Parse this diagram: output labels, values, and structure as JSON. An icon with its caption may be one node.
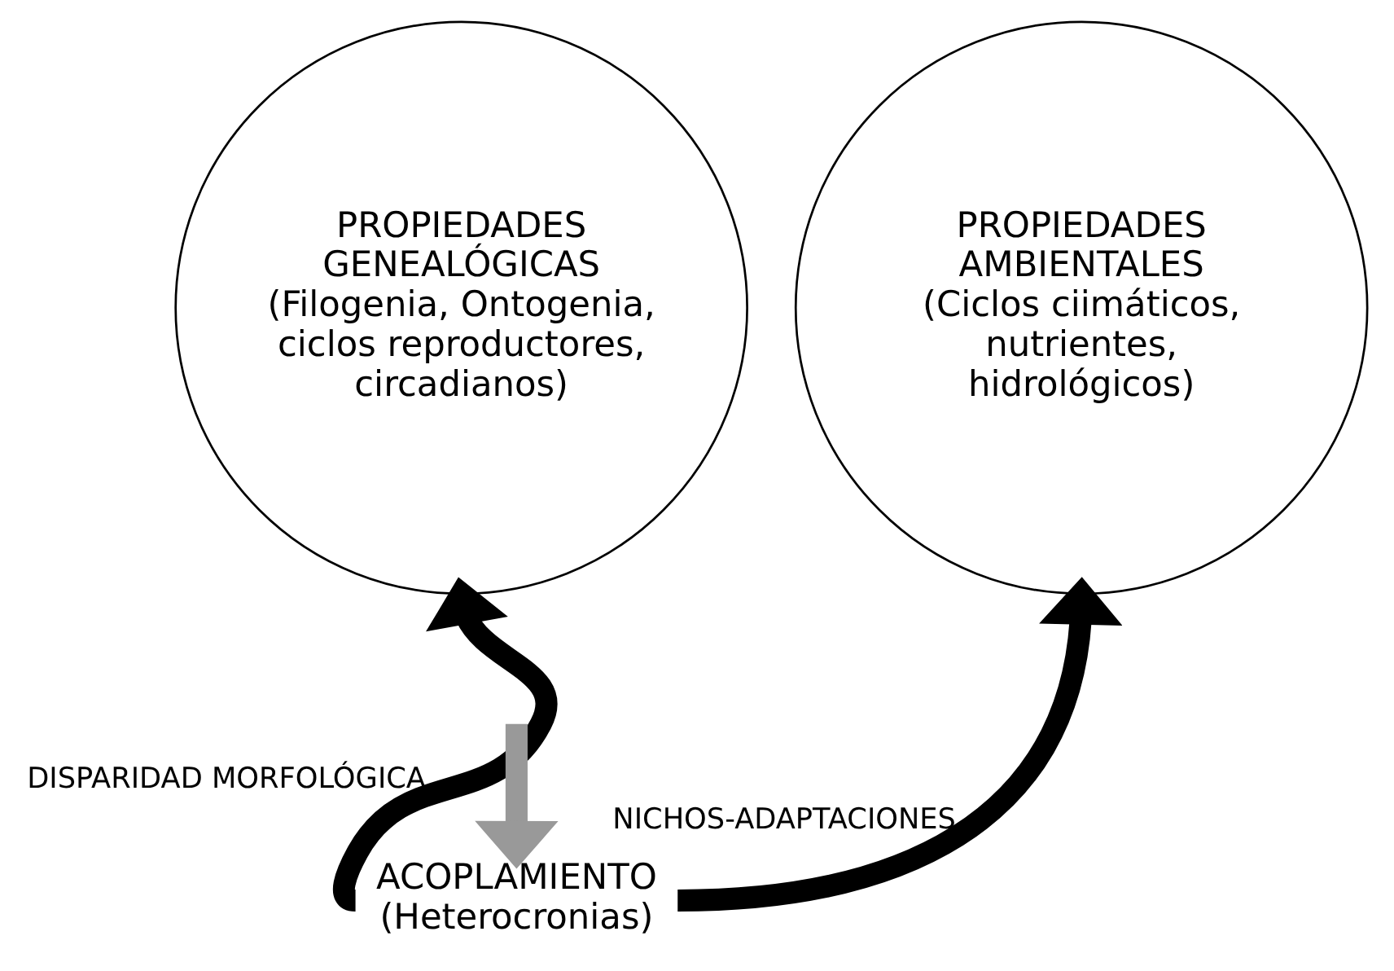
{
  "diagram": {
    "nodes": [
      {
        "text": [
          "PROPIEDADES GENEALÓGICAS",
          "(Filogenia, Ontogenia, ciclos reproductores, circadianos)"
        ]
      },
      {
        "text": [
          "PROPIEDADES AMBIENTALES",
          "(Ciclos ciimáticos, nutrientes, hidrológicos)"
        ]
      },
      {
        "text": [
          "ACOPLAMIENTO",
          "(Heterocronias)"
        ]
      }
    ],
    "edges": [
      {
        "from": null,
        "to": 2,
        "arrow": "to",
        "color": "#999999"
      },
      {
        "from": 2,
        "to": 0,
        "arrow": "to",
        "label": "DISPARIDAD MORFOLÓGICA"
      },
      {
        "from": 2,
        "to": 1,
        "arrow": "to",
        "label": "NICHOS-ADAPTACIONES"
      }
    ]
  }
}
